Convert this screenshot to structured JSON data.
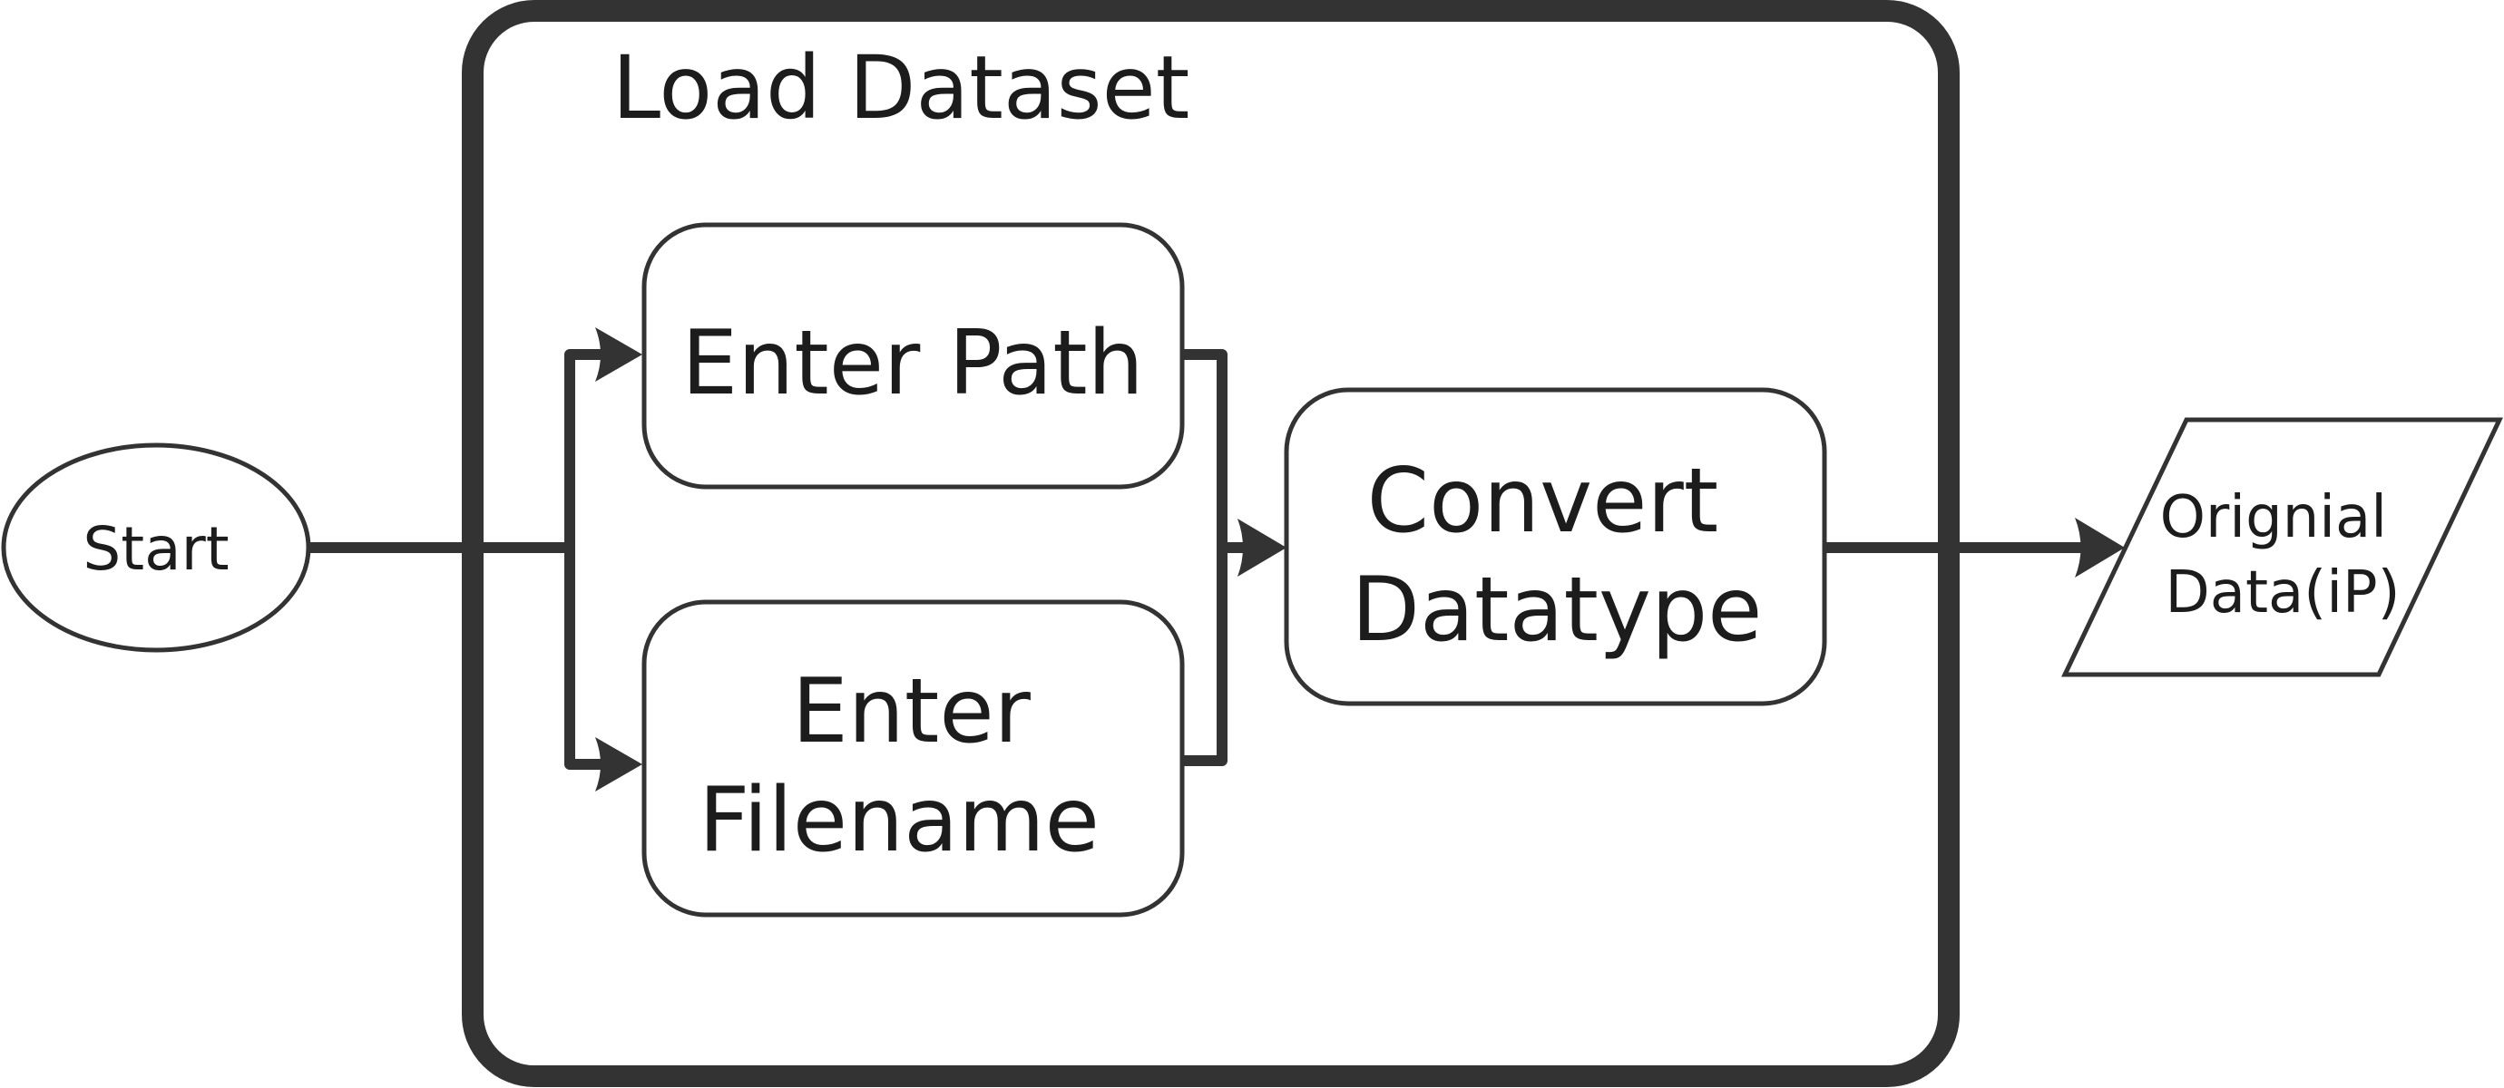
{
  "diagram": {
    "group": {
      "title": "Load Dataset"
    },
    "nodes": {
      "start": {
        "label": "Start"
      },
      "enter_path": {
        "label": "Enter Path"
      },
      "enter_filename": {
        "label_line1": "Enter",
        "label_line2": "Filename"
      },
      "convert_datatype": {
        "label_line1": "Convert",
        "label_line2": "Datatype"
      },
      "original_data": {
        "label_line1": "Orignial",
        "label_line2": "Data(iP)"
      }
    }
  }
}
